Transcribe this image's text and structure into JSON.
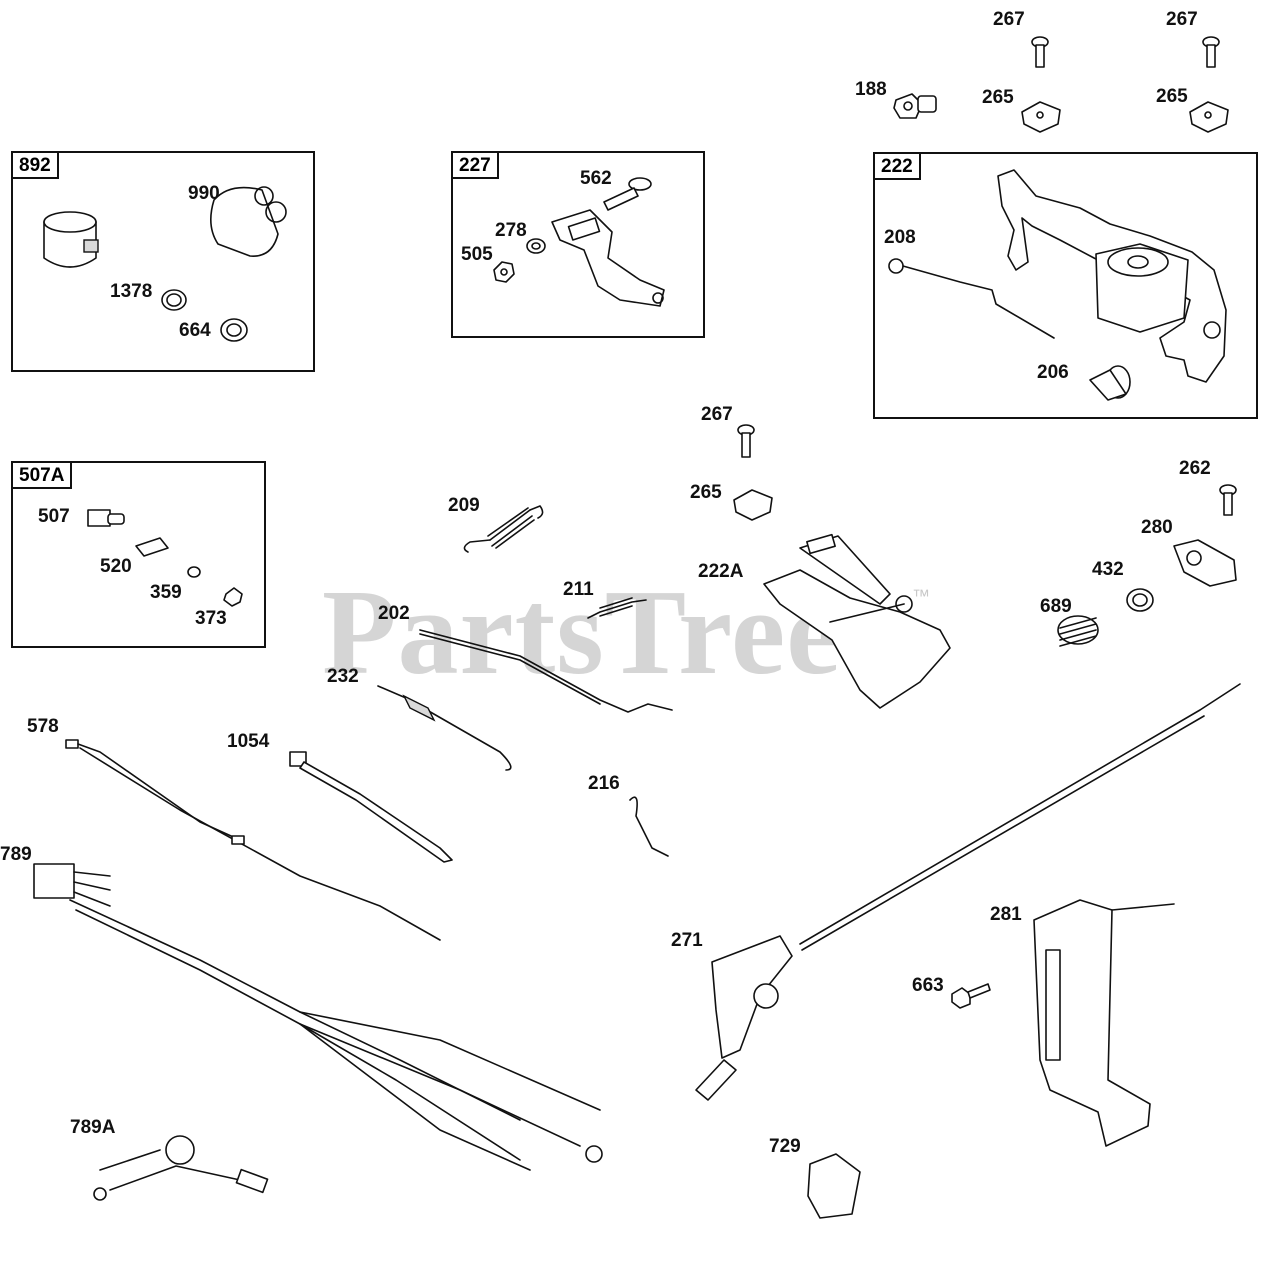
{
  "watermark": "PartsTree",
  "trademark": "™",
  "boxes": {
    "b892": "892",
    "b227": "227",
    "b222": "222",
    "b507A": "507A"
  },
  "labels": {
    "l267a": "267",
    "l267b": "267",
    "l188": "188",
    "l265a": "265",
    "l265b": "265",
    "l990": "990",
    "l1378": "1378",
    "l664": "664",
    "l562": "562",
    "l278": "278",
    "l505": "505",
    "l208": "208",
    "l206": "206",
    "l267c": "267",
    "l265c": "265",
    "l262": "262",
    "l280": "280",
    "l507": "507",
    "l520": "520",
    "l359": "359",
    "l373": "373",
    "l209": "209",
    "l211": "211",
    "l222A": "222A",
    "l432": "432",
    "l689": "689",
    "l202": "202",
    "l232": "232",
    "l578": "578",
    "l1054": "1054",
    "l216": "216",
    "l789": "789",
    "l271": "271",
    "l281": "281",
    "l663": "663",
    "l789A": "789A",
    "l729": "729"
  }
}
